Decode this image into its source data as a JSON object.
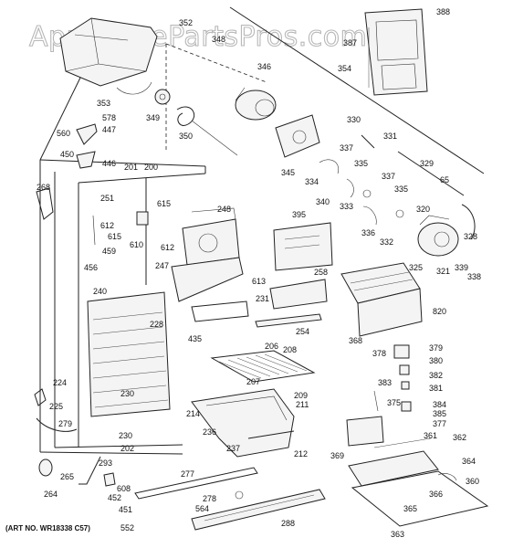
{
  "watermark": "AppliancePartsPros.com",
  "art_number": "(ART NO. WR18338 C57)",
  "callouts": [
    {
      "id": "352",
      "label": "352"
    },
    {
      "id": "348",
      "label": "348"
    },
    {
      "id": "388",
      "label": "388"
    },
    {
      "id": "387",
      "label": "387"
    },
    {
      "id": "354",
      "label": "354"
    },
    {
      "id": "346",
      "label": "346"
    },
    {
      "id": "353",
      "label": "353"
    },
    {
      "id": "349",
      "label": "349"
    },
    {
      "id": "578",
      "label": "578"
    },
    {
      "id": "447",
      "label": "447"
    },
    {
      "id": "560",
      "label": "560"
    },
    {
      "id": "350",
      "label": "350"
    },
    {
      "id": "330",
      "label": "330"
    },
    {
      "id": "331",
      "label": "331"
    },
    {
      "id": "450",
      "label": "450"
    },
    {
      "id": "446",
      "label": "446"
    },
    {
      "id": "337a",
      "label": "337"
    },
    {
      "id": "335a",
      "label": "335"
    },
    {
      "id": "345",
      "label": "345"
    },
    {
      "id": "329",
      "label": "329"
    },
    {
      "id": "201",
      "label": "201"
    },
    {
      "id": "200",
      "label": "200"
    },
    {
      "id": "334",
      "label": "334"
    },
    {
      "id": "337b",
      "label": "337"
    },
    {
      "id": "268",
      "label": "268"
    },
    {
      "id": "65",
      "label": "65"
    },
    {
      "id": "251",
      "label": "251"
    },
    {
      "id": "340",
      "label": "340"
    },
    {
      "id": "335b",
      "label": "335"
    },
    {
      "id": "333",
      "label": "333"
    },
    {
      "id": "615a",
      "label": "615"
    },
    {
      "id": "248",
      "label": "248"
    },
    {
      "id": "320",
      "label": "320"
    },
    {
      "id": "395",
      "label": "395"
    },
    {
      "id": "612a",
      "label": "612"
    },
    {
      "id": "336",
      "label": "336"
    },
    {
      "id": "332",
      "label": "332"
    },
    {
      "id": "615b",
      "label": "615"
    },
    {
      "id": "610",
      "label": "610"
    },
    {
      "id": "612b",
      "label": "612"
    },
    {
      "id": "328",
      "label": "328"
    },
    {
      "id": "459",
      "label": "459"
    },
    {
      "id": "325",
      "label": "325"
    },
    {
      "id": "321",
      "label": "321"
    },
    {
      "id": "339",
      "label": "339"
    },
    {
      "id": "338",
      "label": "338"
    },
    {
      "id": "456",
      "label": "456"
    },
    {
      "id": "247",
      "label": "247"
    },
    {
      "id": "613",
      "label": "613"
    },
    {
      "id": "258",
      "label": "258"
    },
    {
      "id": "240",
      "label": "240"
    },
    {
      "id": "231",
      "label": "231"
    },
    {
      "id": "820",
      "label": "820"
    },
    {
      "id": "228",
      "label": "228"
    },
    {
      "id": "435",
      "label": "435"
    },
    {
      "id": "254",
      "label": "254"
    },
    {
      "id": "368",
      "label": "368"
    },
    {
      "id": "206",
      "label": "206"
    },
    {
      "id": "208",
      "label": "208"
    },
    {
      "id": "378",
      "label": "378"
    },
    {
      "id": "379",
      "label": "379"
    },
    {
      "id": "380",
      "label": "380"
    },
    {
      "id": "382",
      "label": "382"
    },
    {
      "id": "224",
      "label": "224"
    },
    {
      "id": "207",
      "label": "207"
    },
    {
      "id": "383",
      "label": "383"
    },
    {
      "id": "381",
      "label": "381"
    },
    {
      "id": "230a",
      "label": "230"
    },
    {
      "id": "209",
      "label": "209"
    },
    {
      "id": "375",
      "label": "375"
    },
    {
      "id": "384",
      "label": "384"
    },
    {
      "id": "225",
      "label": "225"
    },
    {
      "id": "211",
      "label": "211"
    },
    {
      "id": "385",
      "label": "385"
    },
    {
      "id": "214",
      "label": "214"
    },
    {
      "id": "377",
      "label": "377"
    },
    {
      "id": "279",
      "label": "279"
    },
    {
      "id": "236",
      "label": "236"
    },
    {
      "id": "230b",
      "label": "230"
    },
    {
      "id": "361",
      "label": "361"
    },
    {
      "id": "362",
      "label": "362"
    },
    {
      "id": "237",
      "label": "237"
    },
    {
      "id": "369",
      "label": "369"
    },
    {
      "id": "202",
      "label": "202"
    },
    {
      "id": "212",
      "label": "212"
    },
    {
      "id": "364",
      "label": "364"
    },
    {
      "id": "293",
      "label": "293"
    },
    {
      "id": "265",
      "label": "265"
    },
    {
      "id": "277",
      "label": "277"
    },
    {
      "id": "360",
      "label": "360"
    },
    {
      "id": "608",
      "label": "608"
    },
    {
      "id": "264",
      "label": "264"
    },
    {
      "id": "452",
      "label": "452"
    },
    {
      "id": "278",
      "label": "278"
    },
    {
      "id": "366",
      "label": "366"
    },
    {
      "id": "451",
      "label": "451"
    },
    {
      "id": "564",
      "label": "564"
    },
    {
      "id": "365",
      "label": "365"
    },
    {
      "id": "288",
      "label": "288"
    },
    {
      "id": "552",
      "label": "552"
    },
    {
      "id": "363",
      "label": "363"
    }
  ]
}
